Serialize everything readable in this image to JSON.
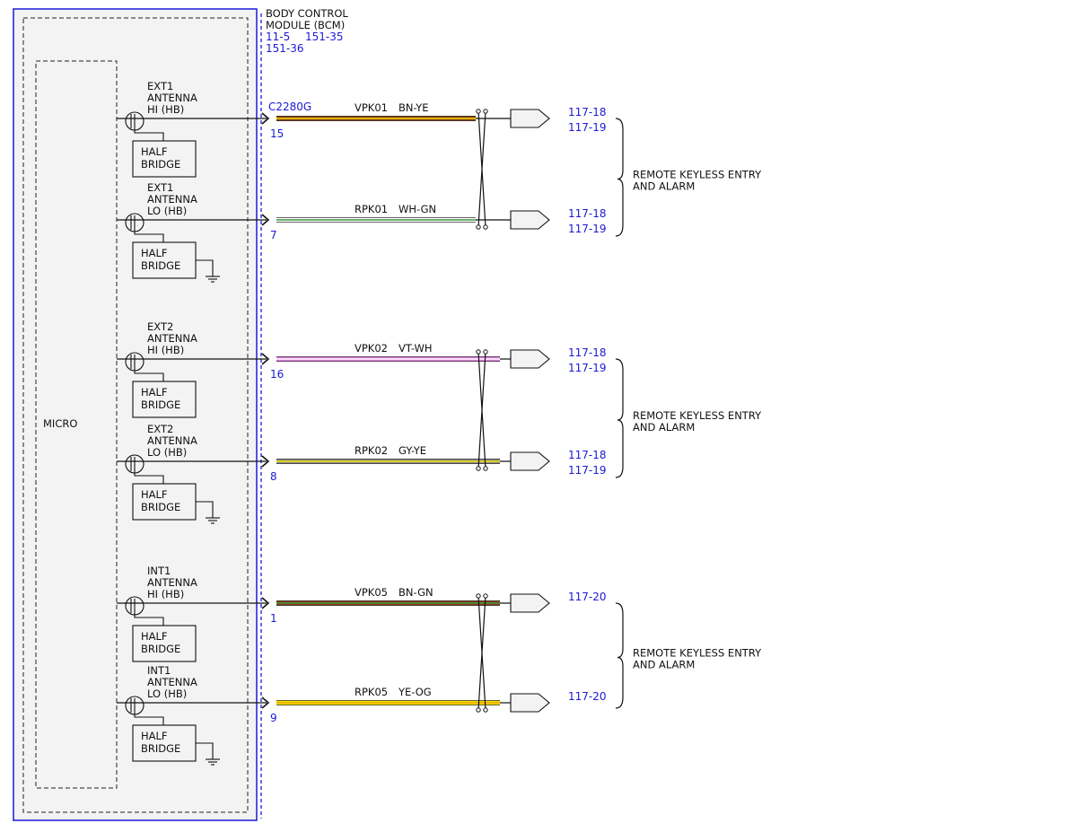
{
  "module": {
    "title_lines": [
      "BODY CONTROL",
      "MODULE (BCM)"
    ],
    "refs": [
      "11-5",
      "151-35",
      "151-36"
    ],
    "connector": "C2280G",
    "micro_label": "MICRO",
    "bridge_lines": [
      "HALF",
      "BRIDGE"
    ]
  },
  "colors": {
    "module_border": "#1a1ad6",
    "module_fill": "#f3f3f3",
    "ref_text": "#1a1ad6",
    "BN": "#8b3a1a",
    "YE": "#f2e200",
    "WH": "#ffffff",
    "GN": "#3a9a3a",
    "VT": "#e37ce0",
    "GY": "#8c8c8c",
    "OG": "#f0a400"
  },
  "circuits": [
    {
      "antenna": [
        "EXT1",
        "ANTENNA",
        "HI (HB)"
      ],
      "pin": "15",
      "wire": "VPK01",
      "color_code": "BN-YE",
      "base": "BN",
      "stripe": "YE",
      "refs": [
        "117-18",
        "117-19"
      ],
      "ground": false
    },
    {
      "antenna": [
        "EXT1",
        "ANTENNA",
        "LO (HB)"
      ],
      "pin": "7",
      "wire": "RPK01",
      "color_code": "WH-GN",
      "base": "WH",
      "stripe": "GN",
      "refs": [
        "117-18",
        "117-19"
      ],
      "ground": true
    },
    {
      "antenna": [
        "EXT2",
        "ANTENNA",
        "HI (HB)"
      ],
      "pin": "16",
      "wire": "VPK02",
      "color_code": "VT-WH",
      "base": "VT",
      "stripe": "WH",
      "refs": [
        "117-18",
        "117-19"
      ],
      "ground": false
    },
    {
      "antenna": [
        "EXT2",
        "ANTENNA",
        "LO (HB)"
      ],
      "pin": "8",
      "wire": "RPK02",
      "color_code": "GY-YE",
      "base": "GY",
      "stripe": "YE",
      "refs": [
        "117-18",
        "117-19"
      ],
      "ground": true
    },
    {
      "antenna": [
        "INT1",
        "ANTENNA",
        "HI (HB)"
      ],
      "pin": "1",
      "wire": "VPK05",
      "color_code": "BN-GN",
      "base": "BN",
      "stripe": "GN",
      "refs": [
        "117-20"
      ],
      "ground": false
    },
    {
      "antenna": [
        "INT1",
        "ANTENNA",
        "LO (HB)"
      ],
      "pin": "9",
      "wire": "RPK05",
      "color_code": "YE-OG",
      "base": "YE",
      "stripe": "OG",
      "refs": [
        "117-20"
      ],
      "ground": true
    }
  ],
  "destinations": [
    {
      "lines": [
        "REMOTE KEYLESS ENTRY",
        "AND ALARM"
      ]
    },
    {
      "lines": [
        "REMOTE KEYLESS ENTRY",
        "AND ALARM"
      ]
    },
    {
      "lines": [
        "REMOTE KEYLESS ENTRY",
        "AND ALARM"
      ]
    }
  ]
}
